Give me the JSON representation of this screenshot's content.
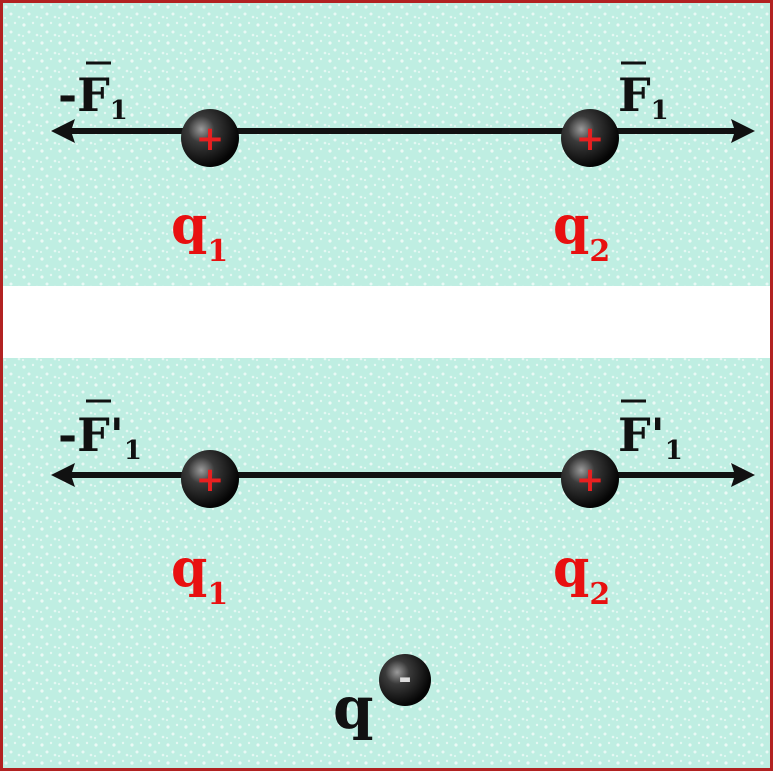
{
  "panels": [
    {
      "force_left": "-F",
      "force_left_sub": "1",
      "force_right": "F",
      "force_right_sub": "1",
      "charge_left": "q",
      "charge_left_sub": "1",
      "charge_right": "q",
      "charge_right_sub": "2",
      "charge_left_sign": "+",
      "charge_right_sign": "+"
    },
    {
      "force_left": "-F'",
      "force_left_sub": "1",
      "force_right": "F'",
      "force_right_sub": "1",
      "charge_left": "q",
      "charge_left_sub": "1",
      "charge_right": "q",
      "charge_right_sub": "2",
      "charge_left_sign": "+",
      "charge_right_sign": "+"
    }
  ],
  "third_charge": {
    "label": "q",
    "sign": "-"
  },
  "colors": {
    "background": "#bfeee2",
    "separator": "#ffffff",
    "border": "#b22222",
    "charge_label": "#e81010",
    "line": "#111111",
    "sphere": "#1a1a1a",
    "plus": "#e82020"
  }
}
